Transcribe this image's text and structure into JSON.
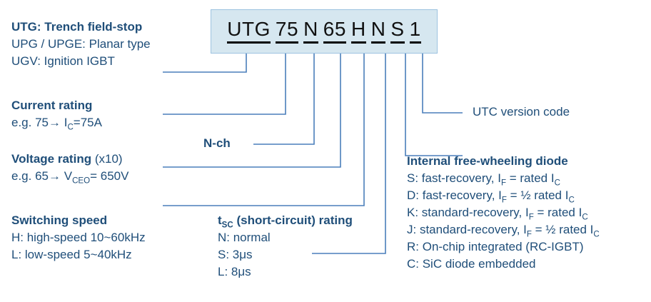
{
  "part_number": {
    "segments": [
      "UTG",
      "75",
      "N",
      "65",
      "H",
      "N",
      "S",
      "1"
    ]
  },
  "colors": {
    "text": "#1f4e79",
    "box_fill": "#d6e7f0",
    "box_border": "#9dc3e0",
    "leader": "#4a7ebb",
    "pn_text": "#111111"
  },
  "blocks": {
    "family": {
      "heading": "UTG: Trench field-stop",
      "lines": [
        "UPG / UPGE: Planar type",
        "UGV: Ignition IGBT"
      ]
    },
    "current": {
      "heading": "Current rating",
      "example_prefix": "e.g. 75→ I",
      "example_sub": "C",
      "example_suffix": "=75A"
    },
    "voltage": {
      "heading_bold": "Voltage rating",
      "heading_reg": "(x10)",
      "example_prefix": "e.g. 65→ V",
      "example_sub": "CEO",
      "example_suffix": "= 650V"
    },
    "switching": {
      "heading": "Switching speed",
      "lines": [
        "H: high-speed 10~60kHz",
        "L: low-speed 5~40kHz"
      ]
    },
    "channel": {
      "label": "N-ch"
    },
    "tsc": {
      "heading_prefix": "t",
      "heading_sub": "SC",
      "heading_suffix": "(short-circuit) rating",
      "lines": [
        "N: normal",
        "S: 3μs",
        "L: 8μs"
      ]
    },
    "utc": {
      "label": "UTC version code"
    },
    "diode": {
      "heading": "Internal free-wheeling diode",
      "options": [
        {
          "code": "S: fast-recovery, I",
          "sub1": "F",
          "mid": " = rated I",
          "sub2": "C",
          "tail": ""
        },
        {
          "code": "D: fast-recovery, I",
          "sub1": "F",
          "mid": " = ½ rated I",
          "sub2": "C",
          "tail": ""
        },
        {
          "code": "K: standard-recovery, I",
          "sub1": "F",
          "mid": " = rated I",
          "sub2": "C",
          "tail": ""
        },
        {
          "code": "J: standard-recovery, I",
          "sub1": "F",
          "mid": " = ½ rated I",
          "sub2": "C",
          "tail": ""
        },
        {
          "code": "R: On-chip integrated (RC-IGBT)",
          "sub1": "",
          "mid": "",
          "sub2": "",
          "tail": ""
        },
        {
          "code": "C: SiC diode embedded",
          "sub1": "",
          "mid": "",
          "sub2": "",
          "tail": ""
        }
      ]
    }
  }
}
